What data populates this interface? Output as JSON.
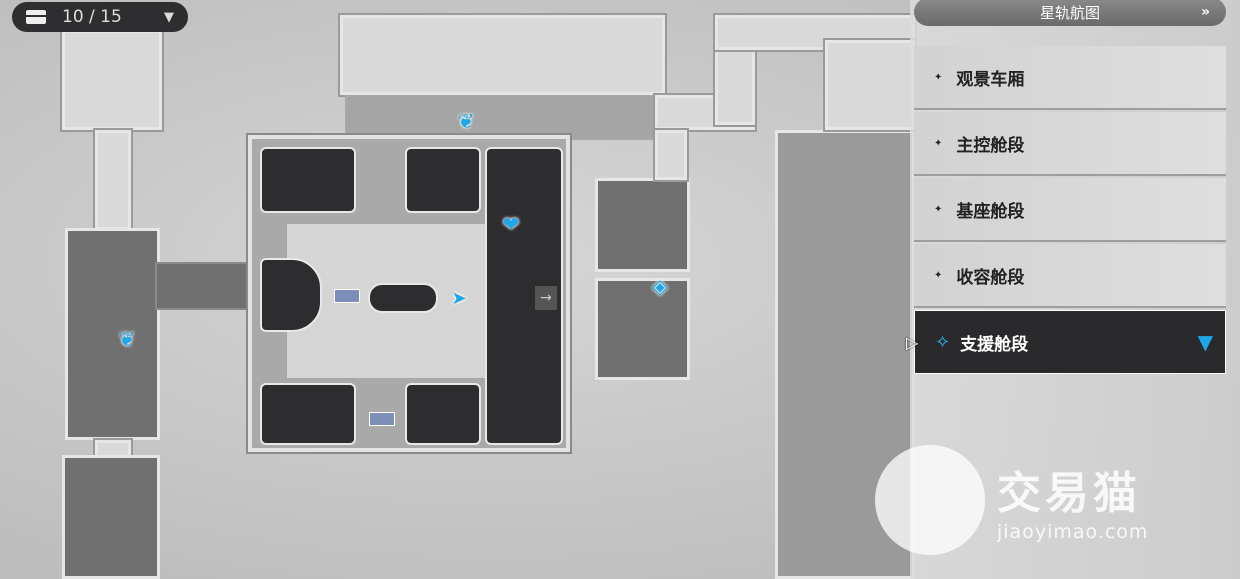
{
  "counter": {
    "icon": "treasure-chest-icon",
    "value": "10 / 15"
  },
  "nav": {
    "title": "星轨航图",
    "expand_icon": "double-chevron-right-icon",
    "items": [
      {
        "label": "观景车厢",
        "active": false
      },
      {
        "label": "主控舱段",
        "active": false
      },
      {
        "label": "基座舱段",
        "active": false
      },
      {
        "label": "收容舱段",
        "active": false
      },
      {
        "label": "支援舱段",
        "active": true
      }
    ]
  },
  "watermark": {
    "name": "交易猫",
    "url": "jiaoyimao.com"
  },
  "colors": {
    "accent": "#1ea7e8",
    "dark_room": "#2d2d30",
    "selected_bg": "#2a2a2d"
  }
}
